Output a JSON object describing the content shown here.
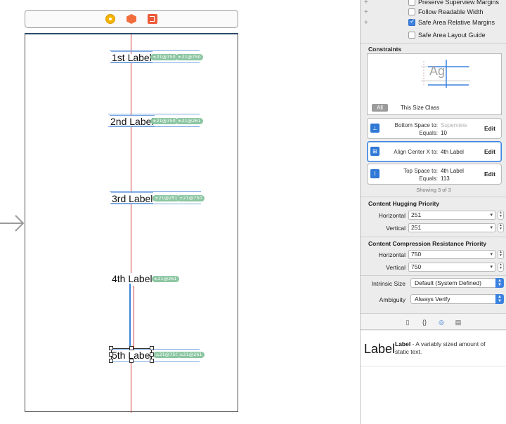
{
  "canvas": {
    "labels": [
      {
        "text": "1st Label",
        "pills": [
          "±21@750",
          "±21@750"
        ]
      },
      {
        "text": "2nd Label",
        "pills": [
          "±21@750",
          "±21@261"
        ]
      },
      {
        "text": "3rd Label",
        "pills": [
          "±21@251",
          "±21@750"
        ]
      },
      {
        "text": "4th Label",
        "pills": [
          "±21@261"
        ]
      },
      {
        "text": "5th Label",
        "pills": [
          "±21@750",
          "±21@261"
        ]
      }
    ]
  },
  "inspector": {
    "checkboxes": [
      {
        "label": "Preserve Superview Margins",
        "checked": false
      },
      {
        "label": "Follow Readable Width",
        "checked": false
      },
      {
        "label": "Safe Area Relative Margins",
        "checked": true
      },
      {
        "label": "Safe Area Layout Guide",
        "checked": false
      }
    ],
    "constraints_title": "Constraints",
    "preview_text": "Ag",
    "segment_all": "All",
    "segment_class": "This Size Class",
    "constraints": [
      {
        "key1": "Bottom Space to:",
        "val1": "Superview",
        "key2": "Equals:",
        "val2": "10",
        "edit": "Edit"
      },
      {
        "key1": "Align Center X to:",
        "val1": "4th Label",
        "key2": "",
        "val2": "",
        "edit": "Edit"
      },
      {
        "key1": "Top Space to:",
        "val1": "4th Label",
        "key2": "Equals:",
        "val2": "113",
        "edit": "Edit"
      }
    ],
    "showing": "Showing 3 of 3",
    "hugging_title": "Content Hugging Priority",
    "hugging": {
      "horizontal_label": "Horizontal",
      "horizontal": "251",
      "vertical_label": "Vertical",
      "vertical": "251"
    },
    "compression_title": "Content Compression Resistance Priority",
    "compression": {
      "horizontal_label": "Horizontal",
      "horizontal": "750",
      "vertical_label": "Vertical",
      "vertical": "750"
    },
    "intrinsic_label": "Intrinsic Size",
    "intrinsic_value": "Default (System Defined)",
    "ambiguity_label": "Ambiguity",
    "ambiguity_value": "Always Verify",
    "library": {
      "big": "Label",
      "title": "Label",
      "desc": " - A variably sized amount of static text."
    }
  }
}
